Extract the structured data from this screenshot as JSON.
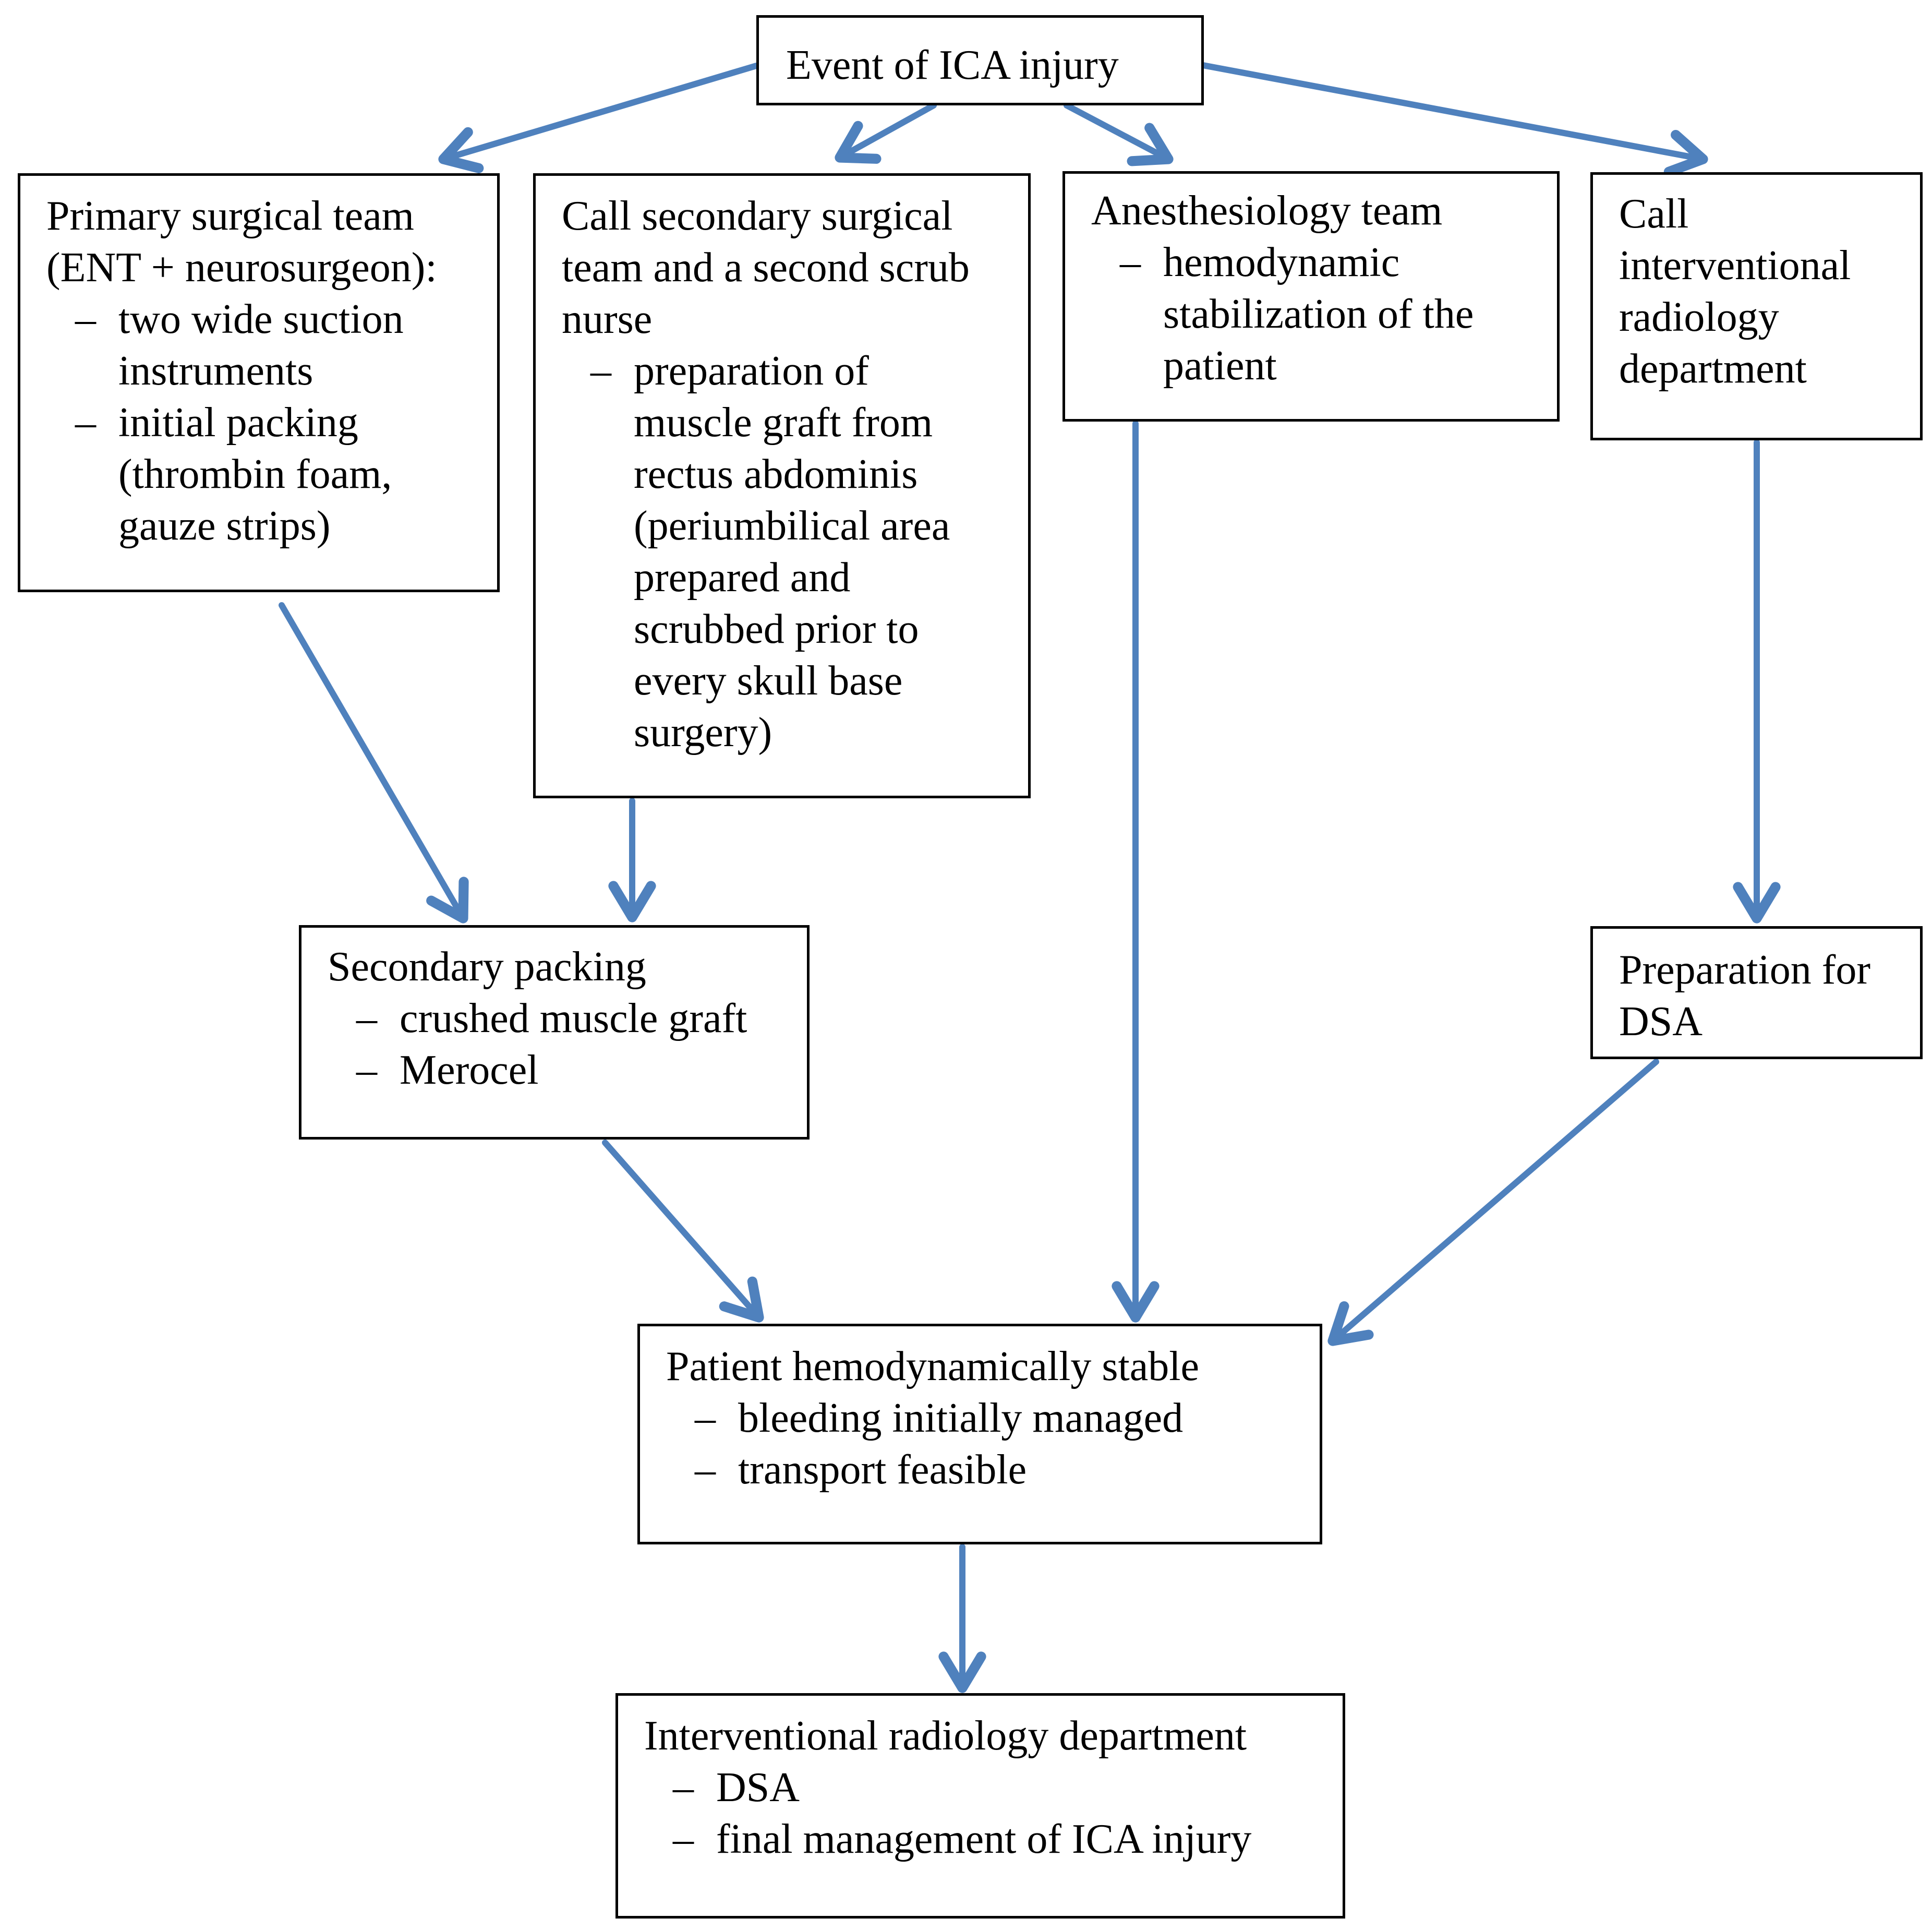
{
  "diagram": {
    "arrow_color": "#4f81bd",
    "nodes": {
      "event": {
        "title": "Event of ICA injury",
        "items": []
      },
      "primary": {
        "title": "Primary surgical team\n(ENT + neurosurgeon):",
        "items": [
          "two wide suction\ninstruments",
          "initial packing\n(thrombin foam,\ngauze strips)"
        ]
      },
      "secondary_call": {
        "title": "Call secondary surgical\nteam and a second scrub\nnurse",
        "items": [
          "preparation of\nmuscle graft from\nrectus abdominis\n(periumbilical area\nprepared and\nscrubbed prior to\nevery skull base\nsurgery)"
        ]
      },
      "anesthesiology": {
        "title": "Anesthesiology team",
        "items": [
          "hemodynamic\nstabilization of the\npatient"
        ]
      },
      "call_ir": {
        "title": "Call\ninterventional\nradiology\ndepartment",
        "items": []
      },
      "secondary_packing": {
        "title": "Secondary packing",
        "items": [
          "crushed muscle graft",
          "Merocel"
        ]
      },
      "prep_dsa": {
        "title": "Preparation for\nDSA",
        "items": []
      },
      "stable": {
        "title": "Patient hemodynamically stable",
        "items": [
          "bleeding initially managed",
          "transport feasible"
        ]
      },
      "ir_dept": {
        "title": "Interventional radiology department",
        "items": [
          "DSA",
          "final management of ICA injury"
        ]
      }
    }
  }
}
